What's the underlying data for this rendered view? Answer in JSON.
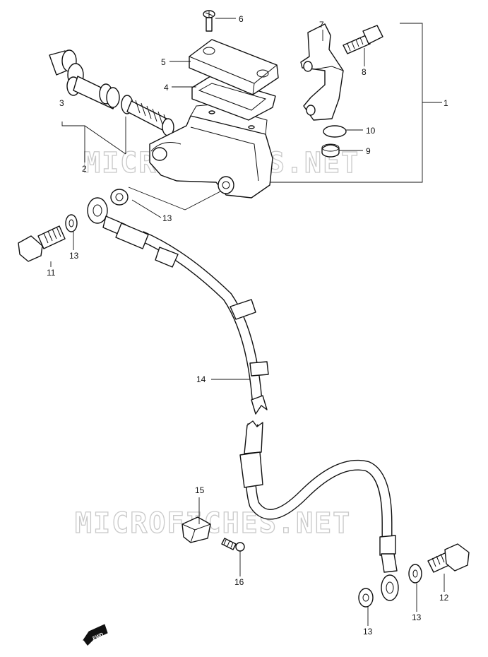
{
  "watermark": "MICROFICHES.NET",
  "callouts": [
    "1",
    "2",
    "3",
    "4",
    "5",
    "6",
    "7",
    "8",
    "9",
    "10",
    "11",
    "12",
    "13",
    "14",
    "15",
    "16"
  ],
  "direction_badge": "FWD"
}
